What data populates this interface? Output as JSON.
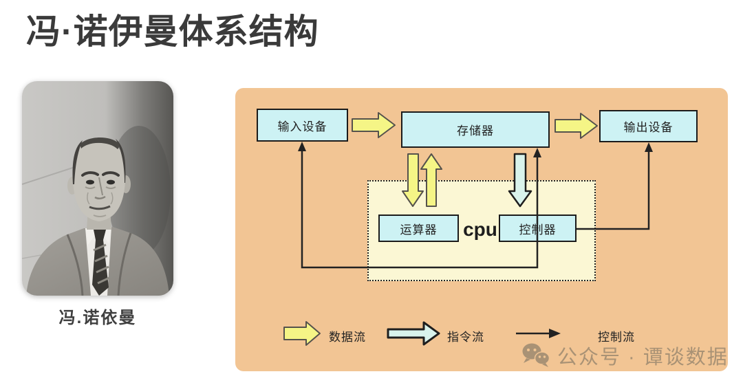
{
  "page": {
    "title": "冯·诺伊曼体系结构"
  },
  "portrait": {
    "caption": "冯.诺依曼",
    "description": "black-and-white photo of John von Neumann"
  },
  "diagram": {
    "boxes": {
      "input": "输入设备",
      "memory": "存储器",
      "output": "输出设备",
      "alu": "运算器",
      "control_unit": "控制器"
    },
    "cpu_label": "cpu",
    "legend": {
      "data_flow": "数据流",
      "instruction_flow": "指令流",
      "control_flow": "控制流"
    },
    "colors": {
      "panel_bg": "#F2C594",
      "box_fill": "#CDF2F4",
      "box_border": "#1B1B1B",
      "cpu_region_fill": "#FBF7D4",
      "data_flow_arrow": "#F5F586",
      "instruction_flow_arrow": "#D9F3EC",
      "control_flow_line": "#222222"
    }
  },
  "watermark": {
    "icon": "wechat-icon",
    "text": "公众号 · 谭谈数据"
  }
}
